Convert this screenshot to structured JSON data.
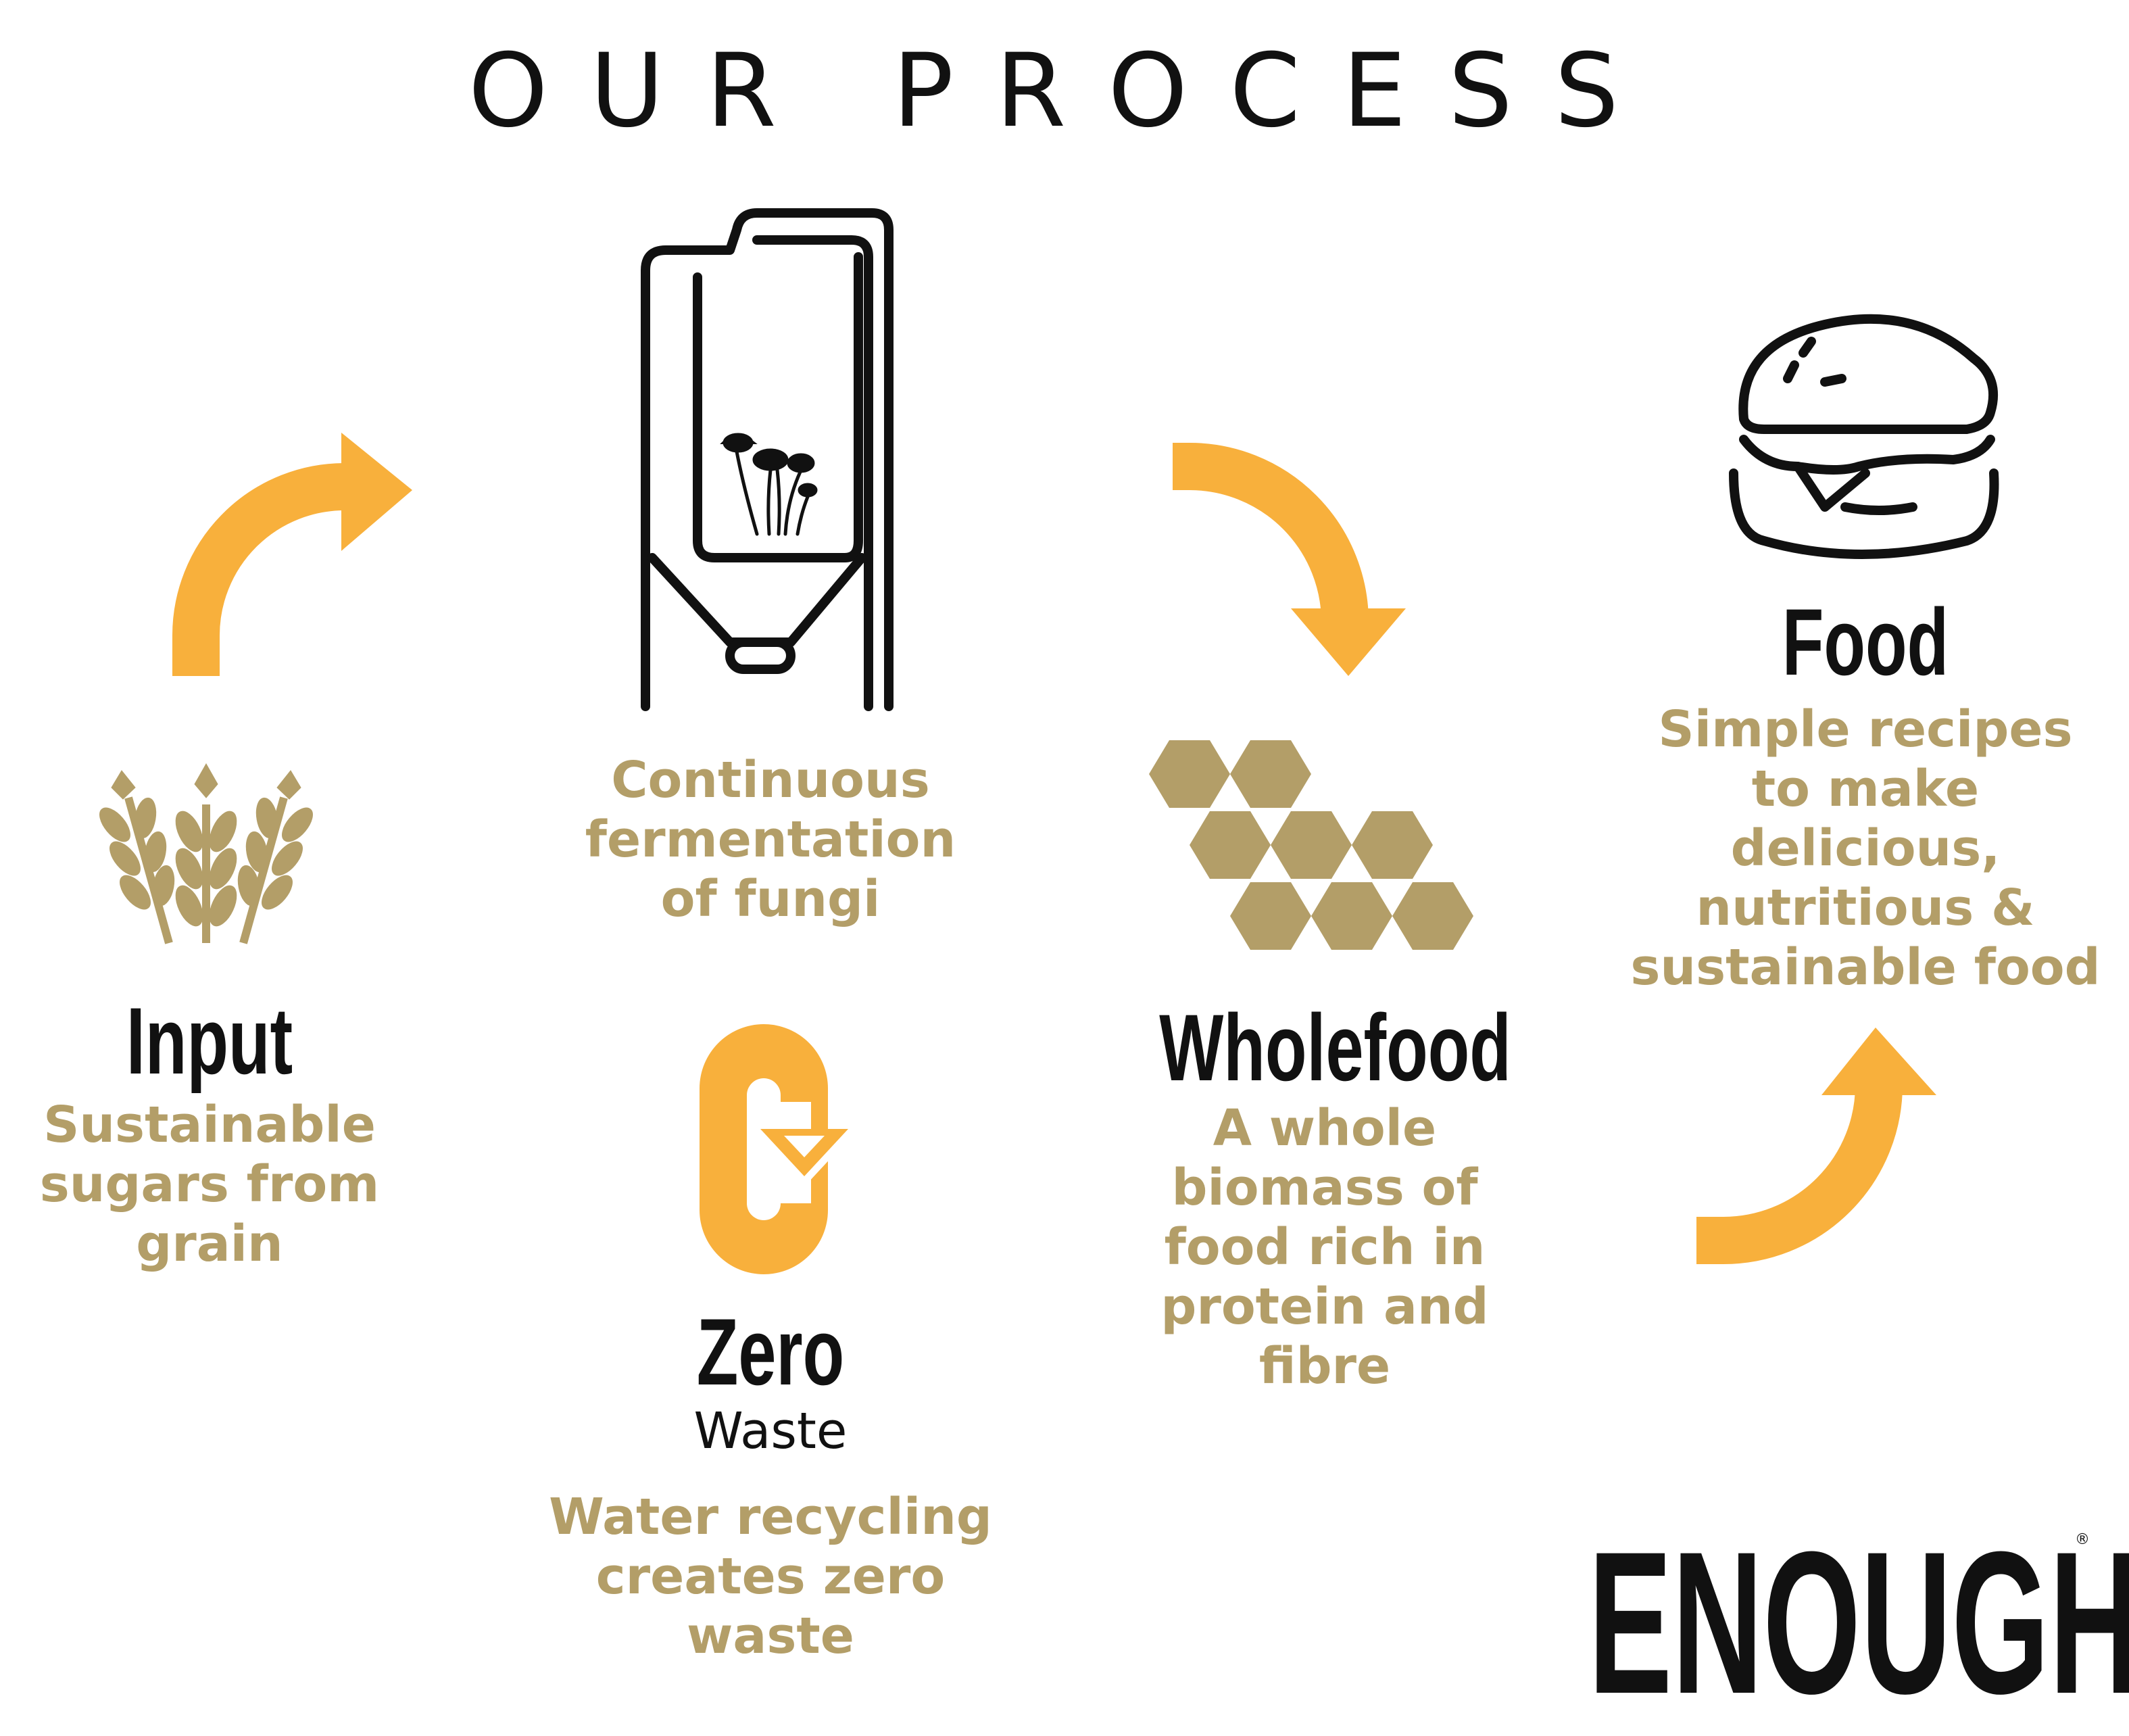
{
  "title": "OUR PROCESS",
  "colors": {
    "accent": "#f8b03c",
    "gold": "#b39e68",
    "ink": "#111111"
  },
  "steps": {
    "input": {
      "heading": "Input",
      "lines": [
        "Sustainable",
        "sugars from",
        "grain"
      ],
      "icon": "wheat-icon"
    },
    "fermentation": {
      "lines": [
        "Continuous",
        "fermentation",
        "of fungi"
      ],
      "icon": "fermenter-tank-icon"
    },
    "zero_waste": {
      "heading": "Zero",
      "subheading": "Waste",
      "lines": [
        "Water recycling",
        "creates zero",
        "waste"
      ],
      "icon": "recycle-loop-icon"
    },
    "wholefood": {
      "heading": "Wholefood",
      "lines": [
        "A whole",
        "biomass of",
        "food rich in",
        "protein and",
        "fibre"
      ],
      "icon": "hexagon-cells-icon"
    },
    "food": {
      "heading": "Food",
      "lines": [
        "Simple recipes",
        "to make",
        "delicious,",
        "nutritious &",
        "sustainable food"
      ],
      "icon": "burger-icon"
    }
  },
  "brand": {
    "name": "ENOUGH",
    "mark": "®"
  }
}
